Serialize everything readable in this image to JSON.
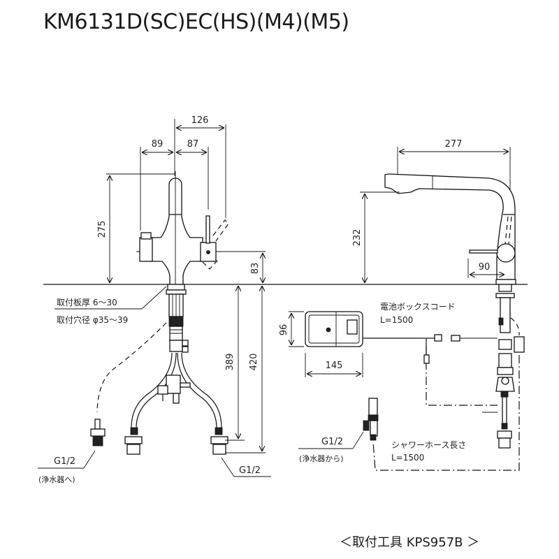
{
  "title": "KM6131D(SC)EC(HS)(M4)(M5)",
  "front_view": {
    "dimensions": {
      "width_total": "126",
      "left_offset": "89",
      "right_offset": "87",
      "height_total": "275",
      "handle_height": "83",
      "below_counter_389": "389",
      "below_counter_420": "420"
    },
    "notes": {
      "plate_thickness": "取付板厚 6～30",
      "hole_diameter": "取付穴径 φ35～39"
    },
    "connections": {
      "filter_outlet_size": "G1/2",
      "filter_outlet_note": "(浄水器へ)",
      "supply_size": "G1/2"
    }
  },
  "side_view": {
    "dimensions": {
      "reach": "277",
      "spout_height": "232",
      "handle_offset": "90"
    }
  },
  "battery_box": {
    "dimensions": {
      "height": "96",
      "width": "145"
    },
    "cord_label": "電池ボックスコード",
    "cord_length": "L=1500"
  },
  "filter_inlet": {
    "size": "G1/2",
    "note": "(浄水器から)"
  },
  "shower_hose": {
    "label": "シャワーホース長さ",
    "length": "L=1500"
  },
  "footer": {
    "tool_label": "＜取付工具 KPS957B ＞"
  }
}
